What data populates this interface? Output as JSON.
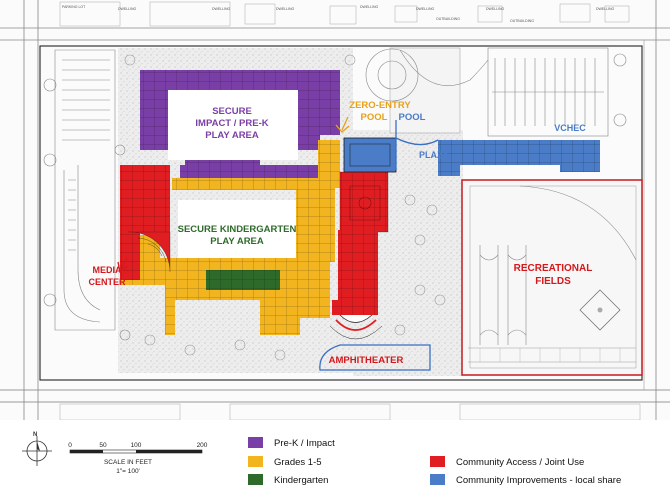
{
  "colors": {
    "prek": "#7a3fa6",
    "grades": "#f2b520",
    "kinder": "#2e6b2a",
    "community": "#e01e22",
    "improvements": "#4a7cc7",
    "label_prek": "#7b3fa6",
    "label_green": "#2e6b2a",
    "label_red": "#d4181c",
    "label_blue": "#4a7cc7",
    "label_orange": "#e6a21a"
  },
  "labels": {
    "prek_area": [
      "SECURE",
      "IMPACT / PRE-K",
      "PLAY AREA"
    ],
    "kinder_area": [
      "SECURE KINDERGARTEN",
      "PLAY AREA"
    ],
    "zero_entry": [
      "ZERO-ENTRY",
      "POOL"
    ],
    "pool": "POOL",
    "plaza": "PLAZA",
    "vchec": "VCHEC",
    "rec_fields": [
      "RECREATIONAL",
      "FIELDS"
    ],
    "media": [
      "MEDIA",
      "CENTER"
    ],
    "amphitheater": "AMPHITHEATER"
  },
  "street_labels": [
    "PARKING LOT",
    "DWELLING",
    "DWELLING",
    "DWELLING",
    "DWELLING",
    "DWELLING",
    "OUTBUILDING",
    "DWELLING",
    "OUTBUILDING",
    "DWELLING"
  ],
  "legend": {
    "items": [
      {
        "label": "Pre-K / Impact",
        "color": "#7a3fa6"
      },
      {
        "label": "Grades 1-5",
        "color": "#f2b520"
      },
      {
        "label": "Kindergarten",
        "color": "#2e6b2a"
      },
      {
        "label": "Community Access / Joint Use",
        "color": "#e01e22"
      },
      {
        "label": "Community Improvements - local share",
        "color": "#4a7cc7"
      }
    ]
  },
  "scale": {
    "ticks": [
      "0",
      "50",
      "100",
      "200"
    ],
    "caption": "SCALE IN FEET",
    "ratio": "1\"= 100'",
    "north": "N"
  },
  "icons": [
    "north-arrow-icon",
    "scale-bar-icon"
  ]
}
